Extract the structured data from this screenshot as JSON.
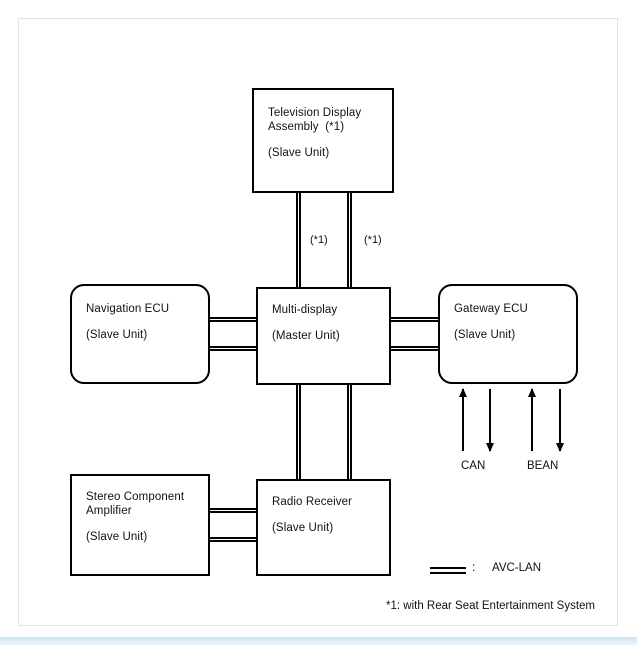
{
  "diagram": {
    "type": "system-block-diagram",
    "nodes": [
      {
        "id": "television-display-assembly",
        "title": "Television Display",
        "title2": "Assembly  (*1)",
        "role": "(Slave Unit)",
        "shape": "rect"
      },
      {
        "id": "navigation-ecu",
        "title": "Navigation ECU",
        "title2": "",
        "role": "(Slave Unit)",
        "shape": "rounded"
      },
      {
        "id": "multi-display",
        "title": "Multi-display",
        "title2": "",
        "role": "(Master Unit)",
        "shape": "rect"
      },
      {
        "id": "gateway-ecu",
        "title": "Gateway ECU",
        "title2": "",
        "role": "(Slave Unit)",
        "shape": "rounded"
      },
      {
        "id": "stereo-component-amplifier",
        "title": "Stereo Component",
        "title2": "Amplifier",
        "role": "(Slave Unit)",
        "shape": "rect"
      },
      {
        "id": "radio-receiver",
        "title": "Radio Receiver",
        "title2": "",
        "role": "(Slave Unit)",
        "shape": "rect"
      }
    ],
    "link_labels": {
      "left": "(*1)",
      "right": "(*1)"
    },
    "buses": [
      {
        "name": "CAN",
        "label": "CAN"
      },
      {
        "name": "BEAN",
        "label": "BEAN"
      }
    ],
    "legend": {
      "symbol": "double-line",
      "separator": ":",
      "label": "AVC-LAN"
    },
    "footnote": "*1: with Rear Seat Entertainment System",
    "colors": {
      "line": "#000000",
      "box_border": "#000000",
      "background": "#ffffff",
      "frame": "#e2e2e2",
      "bottom_strip": "#cfe4f4"
    }
  }
}
